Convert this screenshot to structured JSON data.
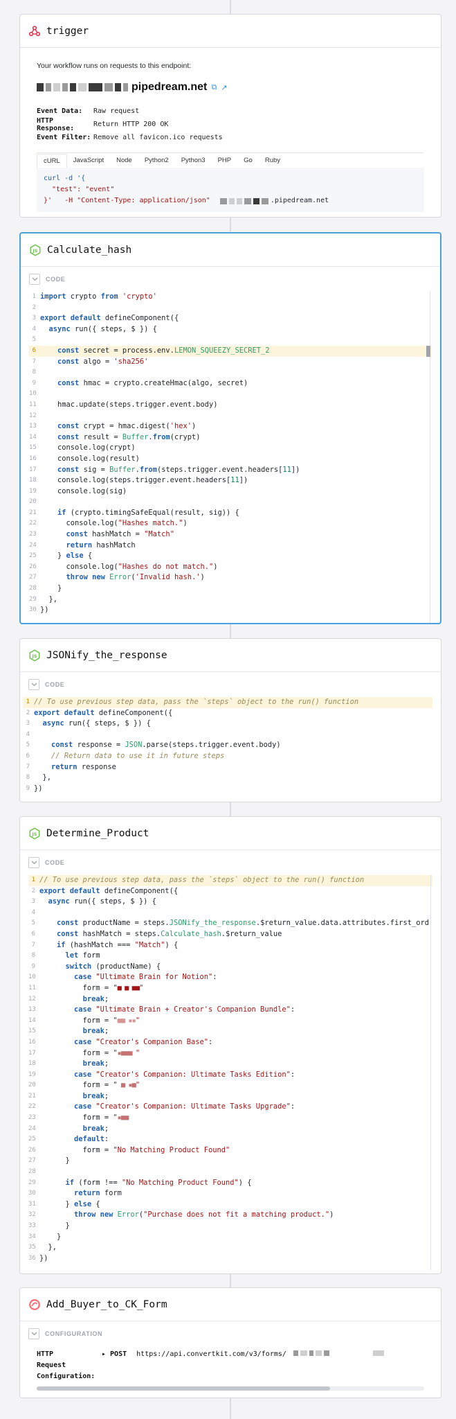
{
  "trigger": {
    "title": "trigger",
    "intro": "Your workflow runs on requests to this endpoint:",
    "endpoint_host": "pipedream.net",
    "fields": [
      {
        "label": "Event Data:",
        "value": "Raw request"
      },
      {
        "label": "HTTP Response:",
        "value": "Return HTTP 200 OK"
      },
      {
        "label": "Event Filter:",
        "value": "Remove all favicon.ico requests"
      }
    ],
    "tabs": [
      "cURL",
      "JavaScript",
      "Node",
      "Python2",
      "Python3",
      "PHP",
      "Go",
      "Ruby"
    ],
    "curl_lines": [
      "curl -d '{",
      "  \"test\": \"event\"",
      "}'   -H \"Content-Type: application/json\""
    ],
    "curl_host": ".pipedream.net"
  },
  "steps": [
    {
      "title": "Calculate_hash",
      "section_label": "CODE"
    },
    {
      "title": "JSONify_the_response",
      "section_label": "CODE"
    },
    {
      "title": "Determine_Product",
      "section_label": "CODE"
    },
    {
      "title": "Add_Buyer_to_CK_Form",
      "section_label": "CONFIGURATION"
    }
  ],
  "config": {
    "label_line1": "HTTP",
    "label_line2": "Request",
    "label_line3": "Configuration:",
    "method": "▸ POST",
    "url": "https://api.convertkit.com/v3/forms/"
  },
  "colors": {
    "accent": "#4aa3df",
    "keyword": "#1f5fad",
    "string": "#a31515",
    "node_green": "#6cc24a",
    "link_blue": "#3b8ee0"
  }
}
